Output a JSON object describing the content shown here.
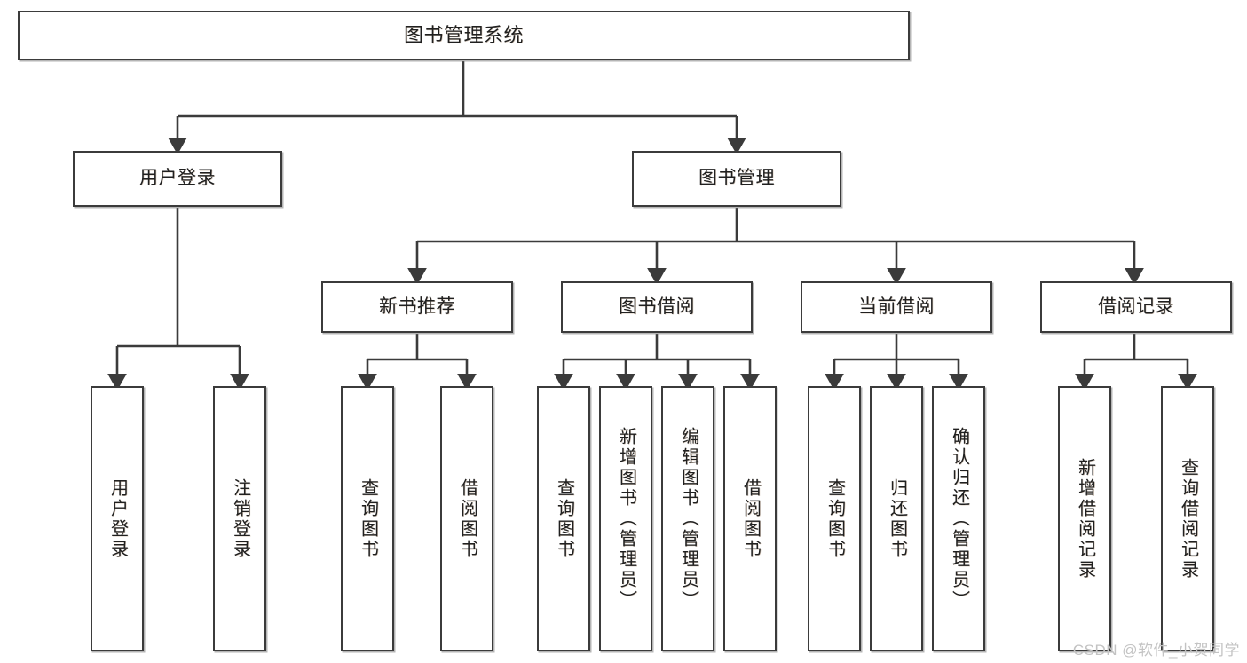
{
  "diagram": {
    "title": "图书管理系统",
    "watermark": "CSDN @软件_小贺同学",
    "stroke_color": "#3b3b3b",
    "fill_color": "#ffffff",
    "text_color": "#202020"
  },
  "nodes": {
    "root": {
      "label": "图书管理系统"
    },
    "level2": [
      {
        "label": "用户登录"
      },
      {
        "label": "图书管理"
      }
    ],
    "level3": [
      {
        "label": "新书推荐"
      },
      {
        "label": "图书借阅"
      },
      {
        "label": "当前借阅"
      },
      {
        "label": "借阅记录"
      }
    ],
    "leaves": {
      "user_login": [
        {
          "label": "用户登录"
        },
        {
          "label": "注销登录"
        }
      ],
      "new_book_recommend": [
        {
          "label": "查询图书"
        },
        {
          "label": "借阅图书"
        }
      ],
      "book_borrow": [
        {
          "label": "查询图书"
        },
        {
          "label": "新增图书（管理员）"
        },
        {
          "label": "编辑图书（管理员）"
        },
        {
          "label": "借阅图书"
        }
      ],
      "current_borrow": [
        {
          "label": "查询图书"
        },
        {
          "label": "归还图书"
        },
        {
          "label": "确认归还（管理员）"
        }
      ],
      "borrow_record": [
        {
          "label": "新增借阅记录"
        },
        {
          "label": "查询借阅记录"
        }
      ]
    }
  }
}
